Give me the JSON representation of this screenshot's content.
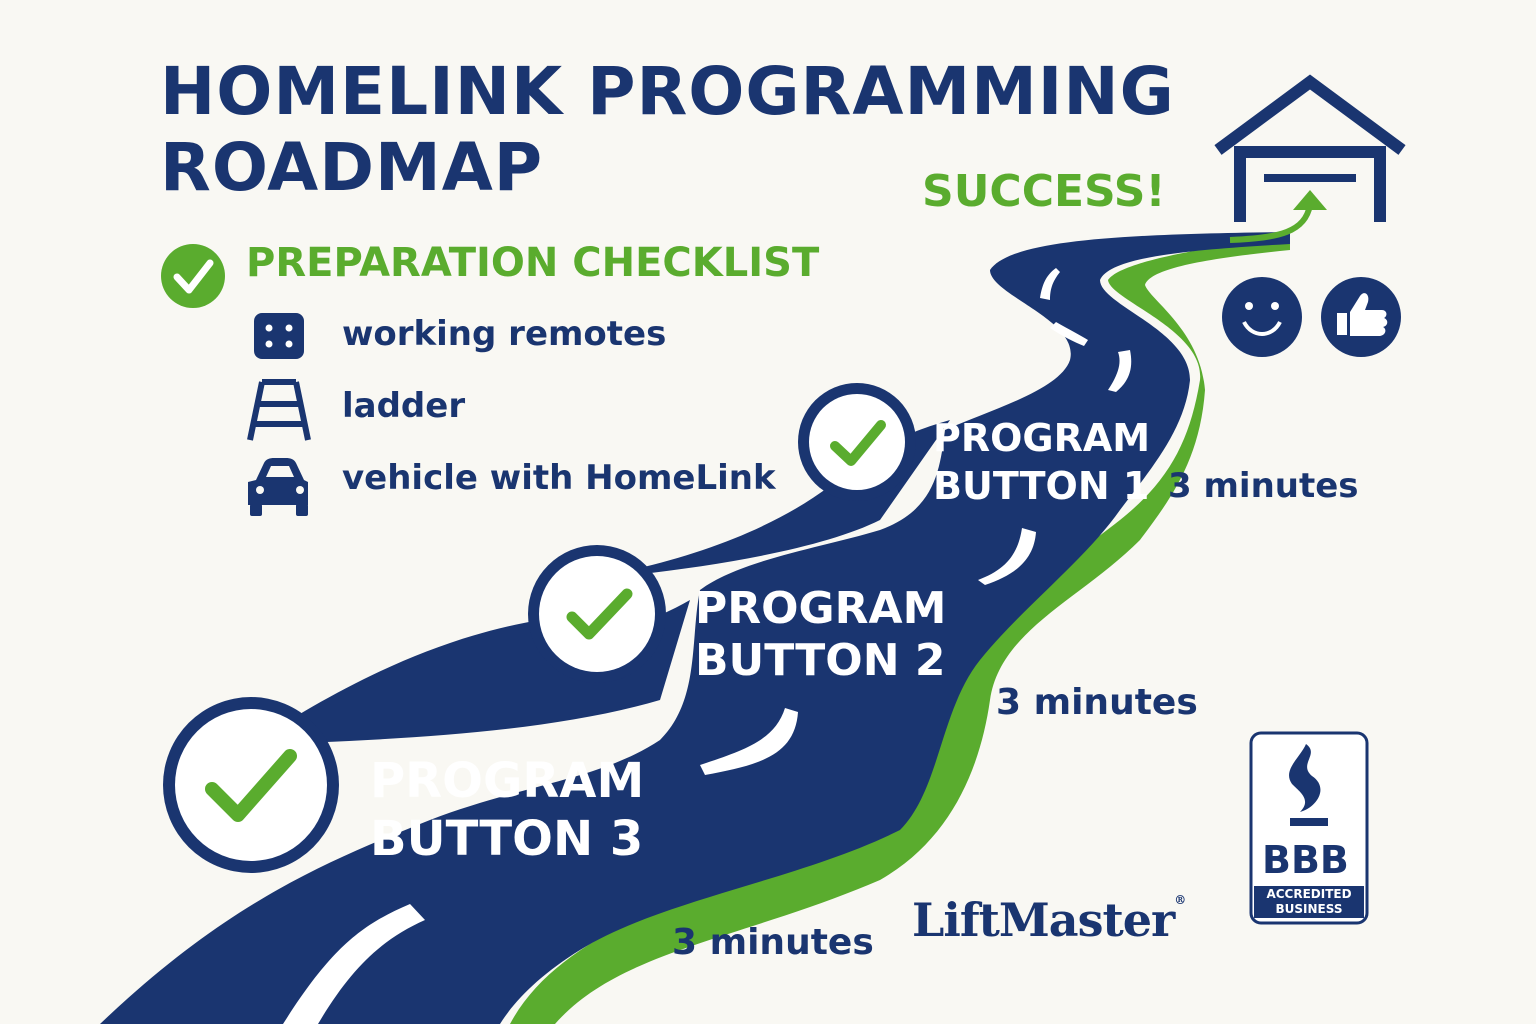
{
  "title": {
    "line1": "HOMELINK PROGRAMMING",
    "line2": "ROADMAP"
  },
  "success_label": "SUCCESS!",
  "checklist": {
    "title": "PREPARATION CHECKLIST",
    "items": [
      {
        "label": "working remotes",
        "icon": "remote-icon"
      },
      {
        "label": "ladder",
        "icon": "ladder-icon"
      },
      {
        "label": "vehicle with HomeLink",
        "icon": "car-icon"
      }
    ]
  },
  "steps": [
    {
      "line1": "PROGRAM",
      "line2": "BUTTON 3",
      "duration": "3 minutes"
    },
    {
      "line1": "PROGRAM",
      "line2": "BUTTON 2",
      "duration": "3 minutes"
    },
    {
      "line1": "PROGRAM",
      "line2": "BUTTON 1",
      "duration": "3 minutes"
    }
  ],
  "brand": "LiftMaster",
  "brand_mark": "®",
  "badge": {
    "letters": "BBB",
    "line1": "ACCREDITED",
    "line2": "BUSINESS"
  },
  "colors": {
    "navy": "#1a3570",
    "green": "#5aac2e",
    "background": "#f9f8f3"
  }
}
